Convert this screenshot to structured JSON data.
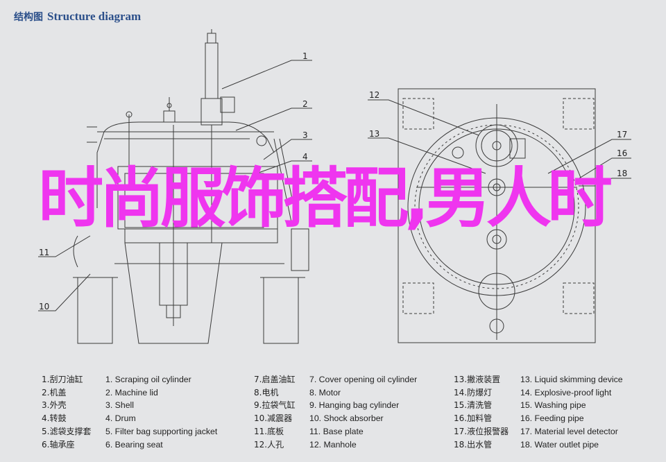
{
  "header": {
    "title_cn": "结构图",
    "title_en": "Structure diagram"
  },
  "overlay_text": "时尚服饰搭配,男人时",
  "overlay_color": "#ef35ef",
  "callouts": [
    "1",
    "2",
    "3",
    "4",
    "11",
    "10",
    "12",
    "13",
    "17",
    "16",
    "18"
  ],
  "legend": {
    "col1_cn": [
      "1.刮刀油缸",
      "2.机盖",
      "3.外壳",
      "4.转鼓",
      "5.滤袋支撑套",
      "6.轴承座"
    ],
    "col1_en": [
      "1. Scraping oil cylinder",
      "2. Machine lid",
      "3. Shell",
      "4. Drum",
      "5. Filter bag supporting jacket",
      "6. Bearing seat"
    ],
    "col2_cn": [
      "7.启盖油缸",
      "8.电机",
      "9.拉袋气缸",
      "10.减震器",
      "11.底板",
      "12.人孔"
    ],
    "col2_en": [
      "7. Cover opening oil cylinder",
      "8. Motor",
      "9. Hanging bag cylinder",
      "10. Shock absorber",
      "11. Base plate",
      "12. Manhole"
    ],
    "col3_cn": [
      "13.撇液装置",
      "14.防爆灯",
      "15.清洗管",
      "16.加料管",
      "17.液位报警器",
      "18.出水管"
    ],
    "col3_en": [
      "13. Liquid skimming device",
      "14. Explosive-proof light",
      "15. Washing pipe",
      "16. Feeding pipe",
      "17. Material level detector",
      "18. Water outlet pipe"
    ]
  }
}
